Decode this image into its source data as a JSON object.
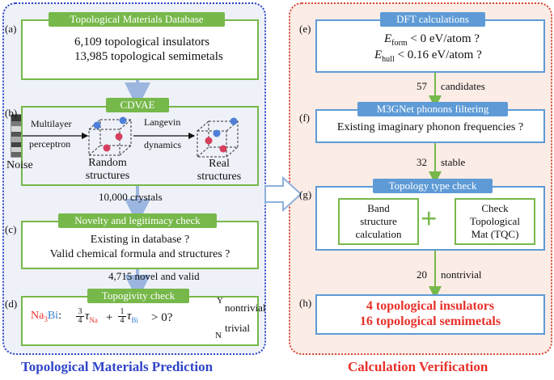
{
  "left_panel": {
    "title": "Topological Materials Prediction",
    "database": {
      "tab": "Topological Materials Database",
      "letter": "(a)",
      "line1": "6,109 topological insulators",
      "line2": "13,985 topological semimetals"
    },
    "cdvae": {
      "tab": "CDVAE",
      "letter": "(b)",
      "multilayer": "Multilayer",
      "perceptron": "perceptron",
      "langevin": "Langevin",
      "dynamics": "dynamics",
      "noise": "Noise",
      "random1": "Random",
      "random2": "structures",
      "real1": "Real",
      "real2": "structures"
    },
    "arrow1_label": "10,000 crystals",
    "novelty": {
      "tab": "Novelty and legitimacy check",
      "letter": "(c)",
      "line1": "Existing in database ?",
      "line2": "Valid chemical formula and structures ?"
    },
    "arrow2_label": "4,715 novel and valid",
    "topogivity": {
      "tab": "Topogivity check",
      "letter": "(d)",
      "formula_na": "Na",
      "formula_sub3": "3",
      "formula_bi": "Bi",
      "colon": ":",
      "frac1_num": "3",
      "frac1_den": "4",
      "tau": "τ",
      "sub_na": "Na",
      "plus": "+",
      "frac2_num": "1",
      "frac2_den": "4",
      "sub_bi": "Bi",
      "gt": "> 0?",
      "y": "Y",
      "n": "N",
      "nontrivial": "nontrivial",
      "trivial": "trivial"
    }
  },
  "right_panel": {
    "title": "Calculation Verification",
    "dft": {
      "tab": "DFT calculations",
      "letter": "(e)",
      "e1": "E",
      "e1_sub": "form",
      "e1_rest": " < 0 eV/atom ?",
      "e2": "E",
      "e2_sub": "hull",
      "e2_rest": " < 0.16 eV/atom ?"
    },
    "arrow1_label_num": "57",
    "arrow1_label_text": "candidates",
    "phonon": {
      "tab": "M3GNet phonons filtering",
      "letter": "(f)",
      "line1": "Existing imaginary phonon frequencies ?"
    },
    "arrow2_label_num": "32",
    "arrow2_label_text": "stable",
    "topology": {
      "tab": "Topology type check",
      "letter": "(g)",
      "band1": "Band",
      "band2": "structure",
      "band3": "calculation",
      "plus": "+",
      "check1": "Check",
      "check2": "Topological",
      "check3": "Mat (TQC)"
    },
    "arrow3_label_num": "20",
    "arrow3_label_text": "nontrivial",
    "result": {
      "letter": "(h)",
      "line1": "4 topological insulators",
      "line2": "16 topological semimetals"
    }
  },
  "colors": {
    "green": "#77b84a",
    "blue": "#5e9bd6",
    "red": "#e8302a",
    "left_title": "#2f45c7",
    "right_title": "#e8302a"
  }
}
